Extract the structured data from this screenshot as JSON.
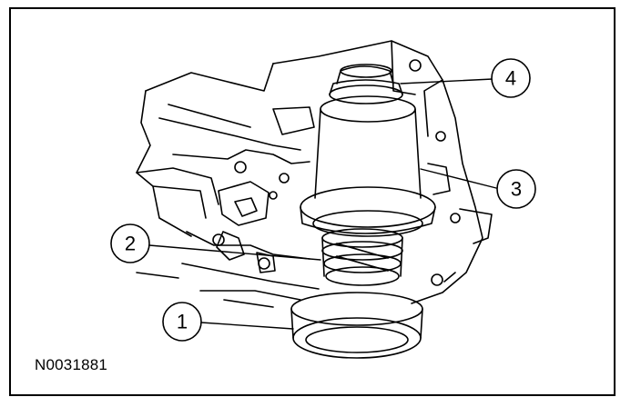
{
  "figure": {
    "id_label": "N0031881",
    "callouts": [
      {
        "number": "1"
      },
      {
        "number": "2"
      },
      {
        "number": "3"
      },
      {
        "number": "4"
      }
    ]
  },
  "colors": {
    "line": "#000000",
    "background": "#ffffff"
  }
}
